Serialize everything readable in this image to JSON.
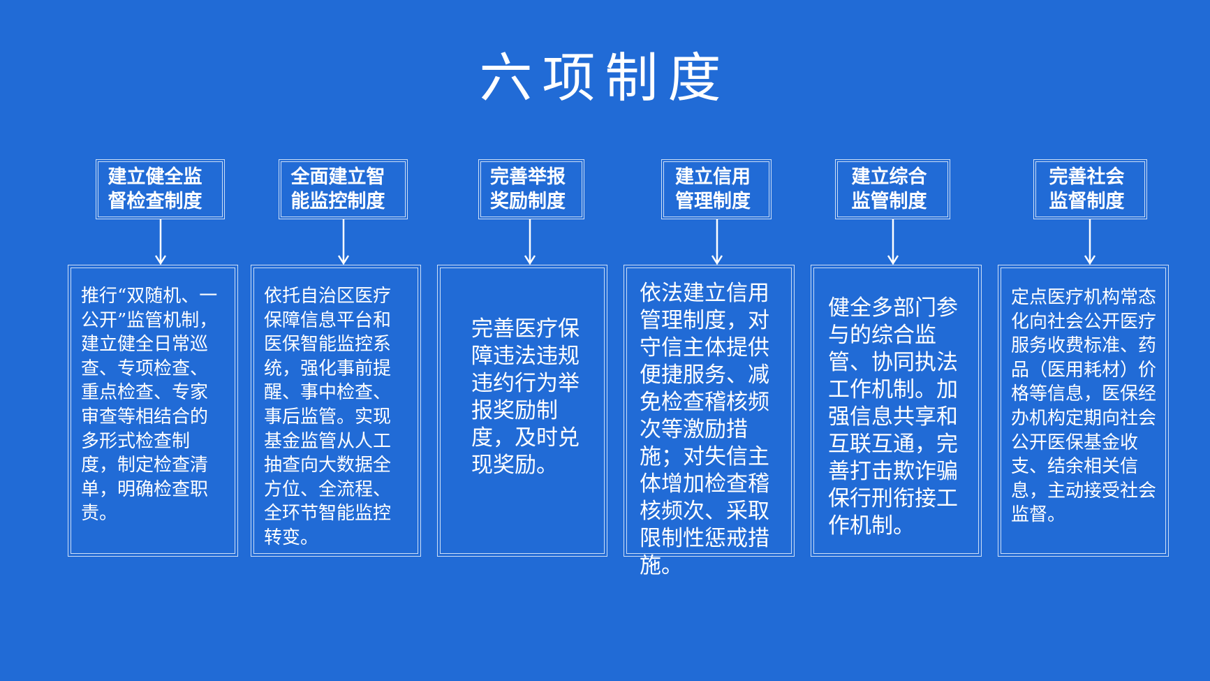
{
  "title": "六项制度",
  "colors": {
    "background": "#216BD6",
    "text": "#FFFFFF",
    "border": "#CFE0F7"
  },
  "columns": [
    {
      "heading": "建立健全监督检查制度",
      "body": "推行“双随机、一公开”监管机制，建立健全日常巡查、专项检查、重点检查、专家审查等相结合的多形式检查制度，制定检查清单，明确检查职责。"
    },
    {
      "heading": "全面建立智能监控制度",
      "body": "依托自治区医疗保障信息平台和医保智能监控系统，强化事前提醒、事中检查、事后监管。实现基金监管从人工抽查向大数据全方位、全流程、全环节智能监控转变。"
    },
    {
      "heading": "完善举报奖励制度",
      "body": "完善医疗保障违法违规违约行为举报奖励制度，及时兑现奖励。"
    },
    {
      "heading": "建立信用管理制度",
      "body": "依法建立信用管理制度，对守信主体提供便捷服务、减免检查稽核频次等激励措施；对失信主体增加检查稽核频次、采取限制性惩戒措施。"
    },
    {
      "heading": "建立综合监管制度",
      "body": "健全多部门参与的综合监管、协同执法工作机制。加强信息共享和互联互通，完善打击欺诈骗保行刑衔接工作机制。"
    },
    {
      "heading": "完善社会监督制度",
      "body": "定点医疗机构常态化向社会公开医疗服务收费标准、药品（医用耗材）价格等信息，医保经办机构定期向社会公开医保基金收支、结余相关信息，主动接受社会监督。"
    }
  ]
}
